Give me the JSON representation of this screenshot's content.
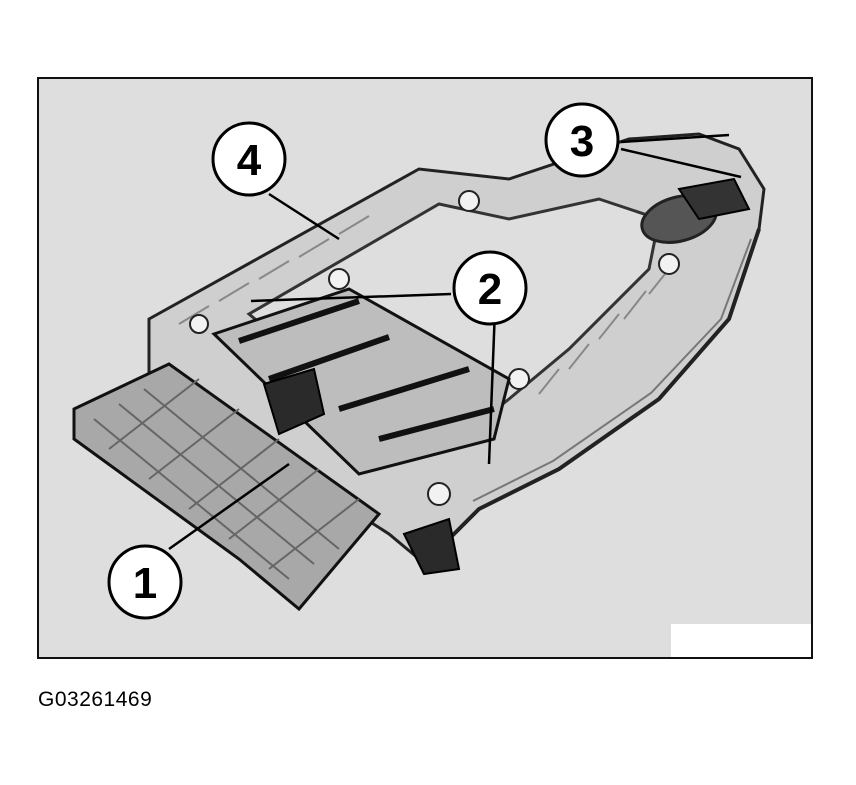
{
  "figure": {
    "id": "G03261469",
    "callouts": [
      {
        "key": "c1",
        "label": "1"
      },
      {
        "key": "c2",
        "label": "2"
      },
      {
        "key": "c3",
        "label": "3"
      },
      {
        "key": "c4",
        "label": "4"
      }
    ]
  },
  "colors": {
    "frame_background": "#dedede",
    "part_light": "#c9c9c9",
    "part_dark": "#2a2a2a",
    "outline": "#111111"
  }
}
